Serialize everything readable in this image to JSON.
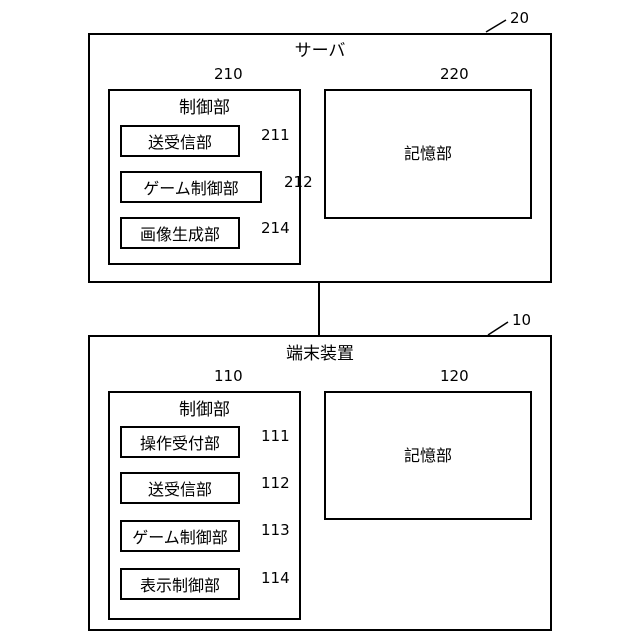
{
  "server": {
    "ref": "20",
    "title": "サーバ",
    "control": {
      "ref": "210",
      "title": "制御部",
      "modules": [
        {
          "label": "送受信部",
          "ref": "211"
        },
        {
          "label": "ゲーム制御部",
          "ref": "212"
        },
        {
          "label": "画像生成部",
          "ref": "214"
        }
      ]
    },
    "storage": {
      "ref": "220",
      "label": "記憶部"
    }
  },
  "terminal": {
    "ref": "10",
    "title": "端末装置",
    "control": {
      "ref": "110",
      "title": "制御部",
      "modules": [
        {
          "label": "操作受付部",
          "ref": "111"
        },
        {
          "label": "送受信部",
          "ref": "112"
        },
        {
          "label": "ゲーム制御部",
          "ref": "113"
        },
        {
          "label": "表示制御部",
          "ref": "114"
        }
      ]
    },
    "storage": {
      "ref": "120",
      "label": "記憶部"
    }
  }
}
